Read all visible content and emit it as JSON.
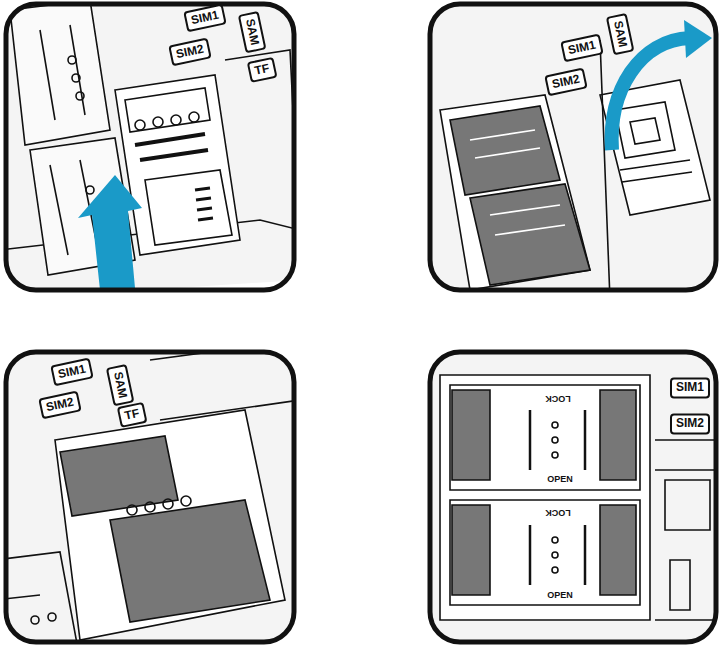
{
  "diagram": {
    "labels": [
      "SIM1",
      "SIM2",
      "SAM",
      "TF",
      "SIM1",
      "SIM2",
      "SAM",
      "SIM1",
      "SIM2",
      "SAM",
      "TF",
      "SIM1",
      "SIM2",
      "LOCK",
      "OPEN",
      "LOCK",
      "OPEN"
    ]
  }
}
